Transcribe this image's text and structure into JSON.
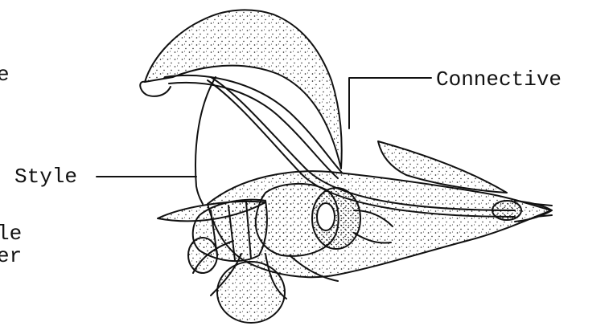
{
  "labels": {
    "connective": "Connective",
    "style": "Style",
    "cut_top": "e",
    "cut_mid1": "le",
    "cut_mid2": "er"
  },
  "colors": {
    "ink": "#111111",
    "paper": "#ffffff"
  }
}
